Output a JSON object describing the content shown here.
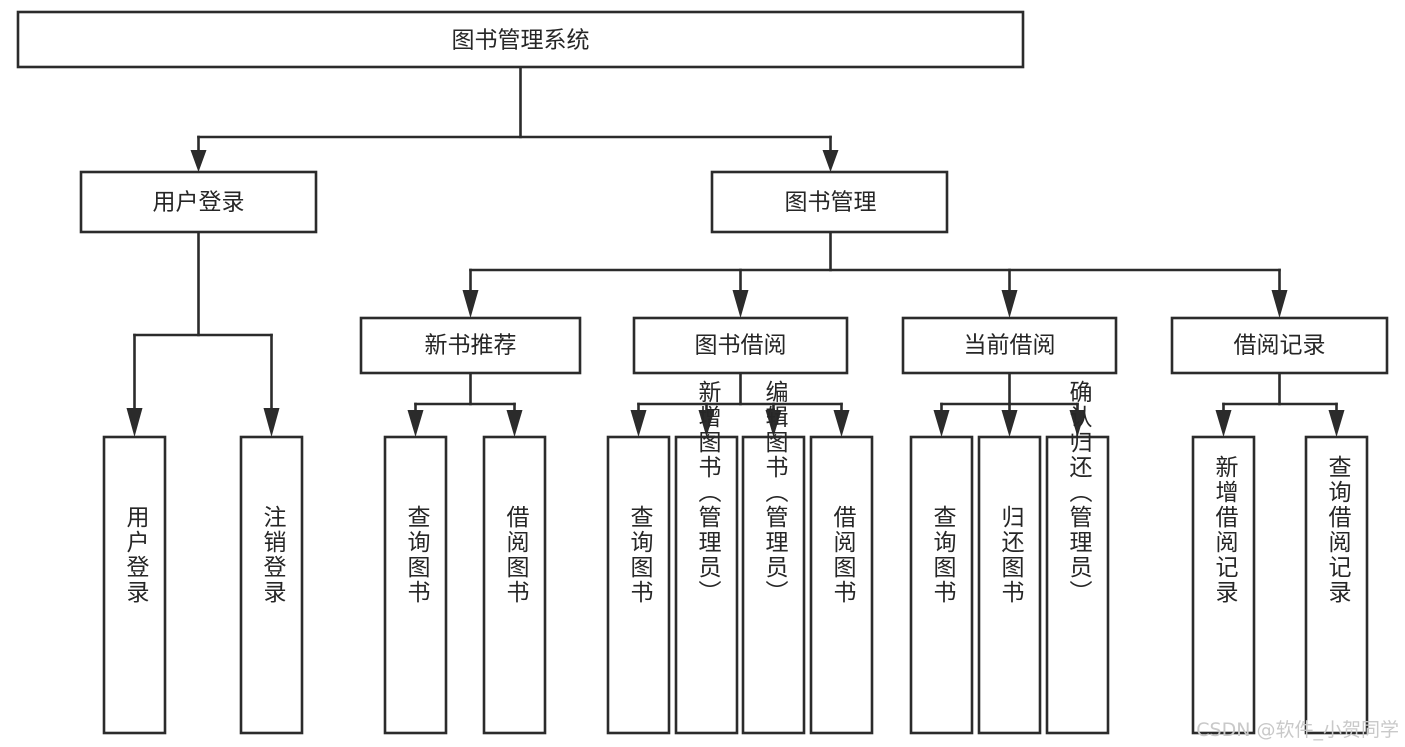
{
  "diagram": {
    "title": "图书管理系统",
    "type": "hierarchy-tree",
    "orientation": "top-down",
    "colors": {
      "box_border": "#2b2b2b",
      "box_fill": "#ffffff",
      "text": "#262626",
      "connector": "#2b2b2b",
      "watermark": "#c9c9c9",
      "background": "#ffffff"
    },
    "root": {
      "label": "图书管理系统"
    },
    "level2": [
      {
        "label": "用户登录"
      },
      {
        "label": "图书管理"
      }
    ],
    "level3": [
      {
        "label": "新书推荐"
      },
      {
        "label": "图书借阅"
      },
      {
        "label": "当前借阅"
      },
      {
        "label": "借阅记录"
      }
    ],
    "leaves_user_login": [
      {
        "label": "用户登录"
      },
      {
        "label": "注销登录"
      }
    ],
    "leaves_new_books": [
      {
        "label": "查询图书"
      },
      {
        "label": "借阅图书"
      }
    ],
    "leaves_borrow": [
      {
        "label": "查询图书"
      },
      {
        "label": "新增图书（管理员）"
      },
      {
        "label": "编辑图书（管理员）"
      },
      {
        "label": "借阅图书"
      }
    ],
    "leaves_current": [
      {
        "label": "查询图书"
      },
      {
        "label": "归还图书"
      },
      {
        "label": "确认归还（管理员）"
      }
    ],
    "leaves_records": [
      {
        "label": "新增借阅记录"
      },
      {
        "label": "查询借阅记录"
      }
    ]
  },
  "watermark": {
    "text": "CSDN @软件_小贺同学"
  }
}
